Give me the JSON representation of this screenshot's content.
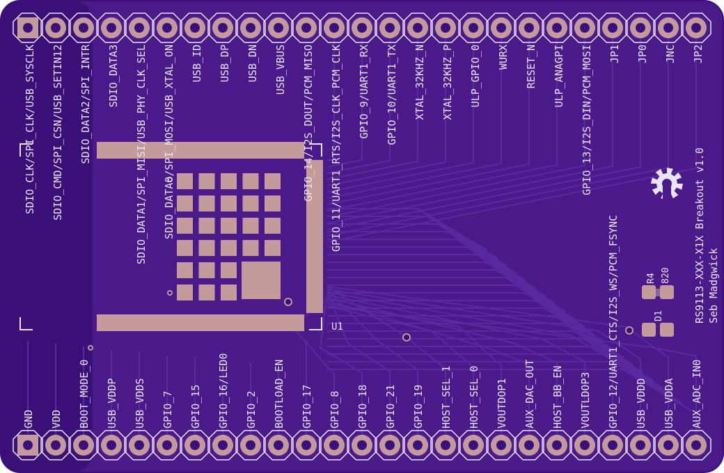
{
  "board": {
    "title": "RS9113-XXX-X1X Breakout v1.0",
    "author": "Seb Madgwick",
    "module_ref": "U1",
    "colors": {
      "board": "#4a1a8a",
      "board_edge": "#3a1078",
      "copper": "#c49a9a",
      "silk": "#e8e4f2",
      "trace": "#5a2aa0"
    }
  },
  "top_pins": [
    "SDIO_CLK/SPI_CLK/USB_SYSCLK",
    "SDIO_CMD/SPI_CSN/USB_SETIN12",
    "SDIO_DATA2/SPI_INTR",
    "SDIO_DATA3",
    "SDIO_DATA1/SPI_MISI/USB_PHY_CLK_SEL",
    "SDIO_DATA0/SPI_MOSI/USB_XTAL_ON",
    "USB_ID",
    "USB_DP",
    "USB_DN",
    "USB_VBUS",
    "GPIO_14/I2S_DOUT/PCM_MISO",
    "GPIO_11/UART1_RTS/I2S_CLK_PCM_CLK",
    "GPIO_9/UART1_RX",
    "GPIO_10/UART1_TX",
    "XTAL_32KHZ_N",
    "XTAL_32KHZ_P",
    "ULP_GPIO_0",
    "WURX",
    "RESET_N",
    "ULP_ANAGPI",
    "GPIO_13/I2S_DIN/PCM_MOSI",
    "JP1",
    "JP0",
    "JNC",
    "JP2"
  ],
  "bottom_pins": [
    "GND",
    "VDD",
    "BOOT_MODE_0",
    "USB_VDDP",
    "USB_VDDS",
    "GPIO_7",
    "GPIO_15",
    "GPIO_16/LED0",
    "GPIO_2",
    "BOOTLOAD_EN",
    "GPIO_17",
    "GPIO_8",
    "GPIO_18",
    "GPIO_21",
    "GPIO_19",
    "HOST_SEL_1",
    "HOST_SEL_0",
    "VOUTDOP1",
    "AUX_DAC_OUT",
    "HOST_BB_EN",
    "VOUTLDOP3",
    "GPIO_12/UART1_CTS/I2S_WS/PCM_FSYNC",
    "USB_VDDD",
    "USB_VDDA",
    "AUX_ADC_IN0"
  ],
  "components": {
    "resistor_ref": "R4",
    "resistor_value": "820",
    "led_ref": "D1"
  }
}
